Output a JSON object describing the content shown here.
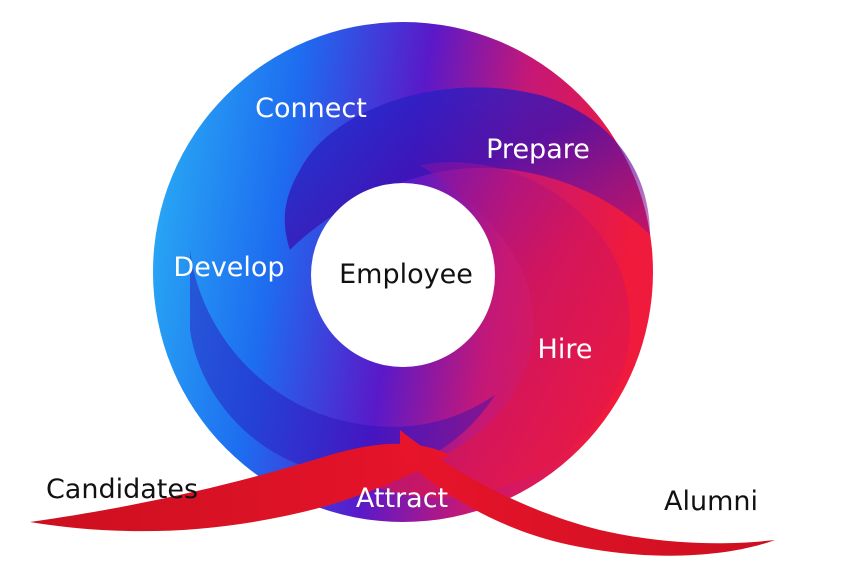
{
  "diagram": {
    "center": "Employee",
    "stages": {
      "connect": "Connect",
      "prepare": "Prepare",
      "develop": "Develop",
      "hire": "Hire",
      "attract": "Attract"
    },
    "ends": {
      "left": "Candidates",
      "right": "Alumni"
    },
    "colors": {
      "blue": "#1e88f5",
      "cyan": "#2ab4f5",
      "indigo": "#2a12b8",
      "violet": "#8a1fc8",
      "magenta": "#d5186a",
      "red": "#f01a3c",
      "dark_red": "#cc0f1f"
    }
  }
}
